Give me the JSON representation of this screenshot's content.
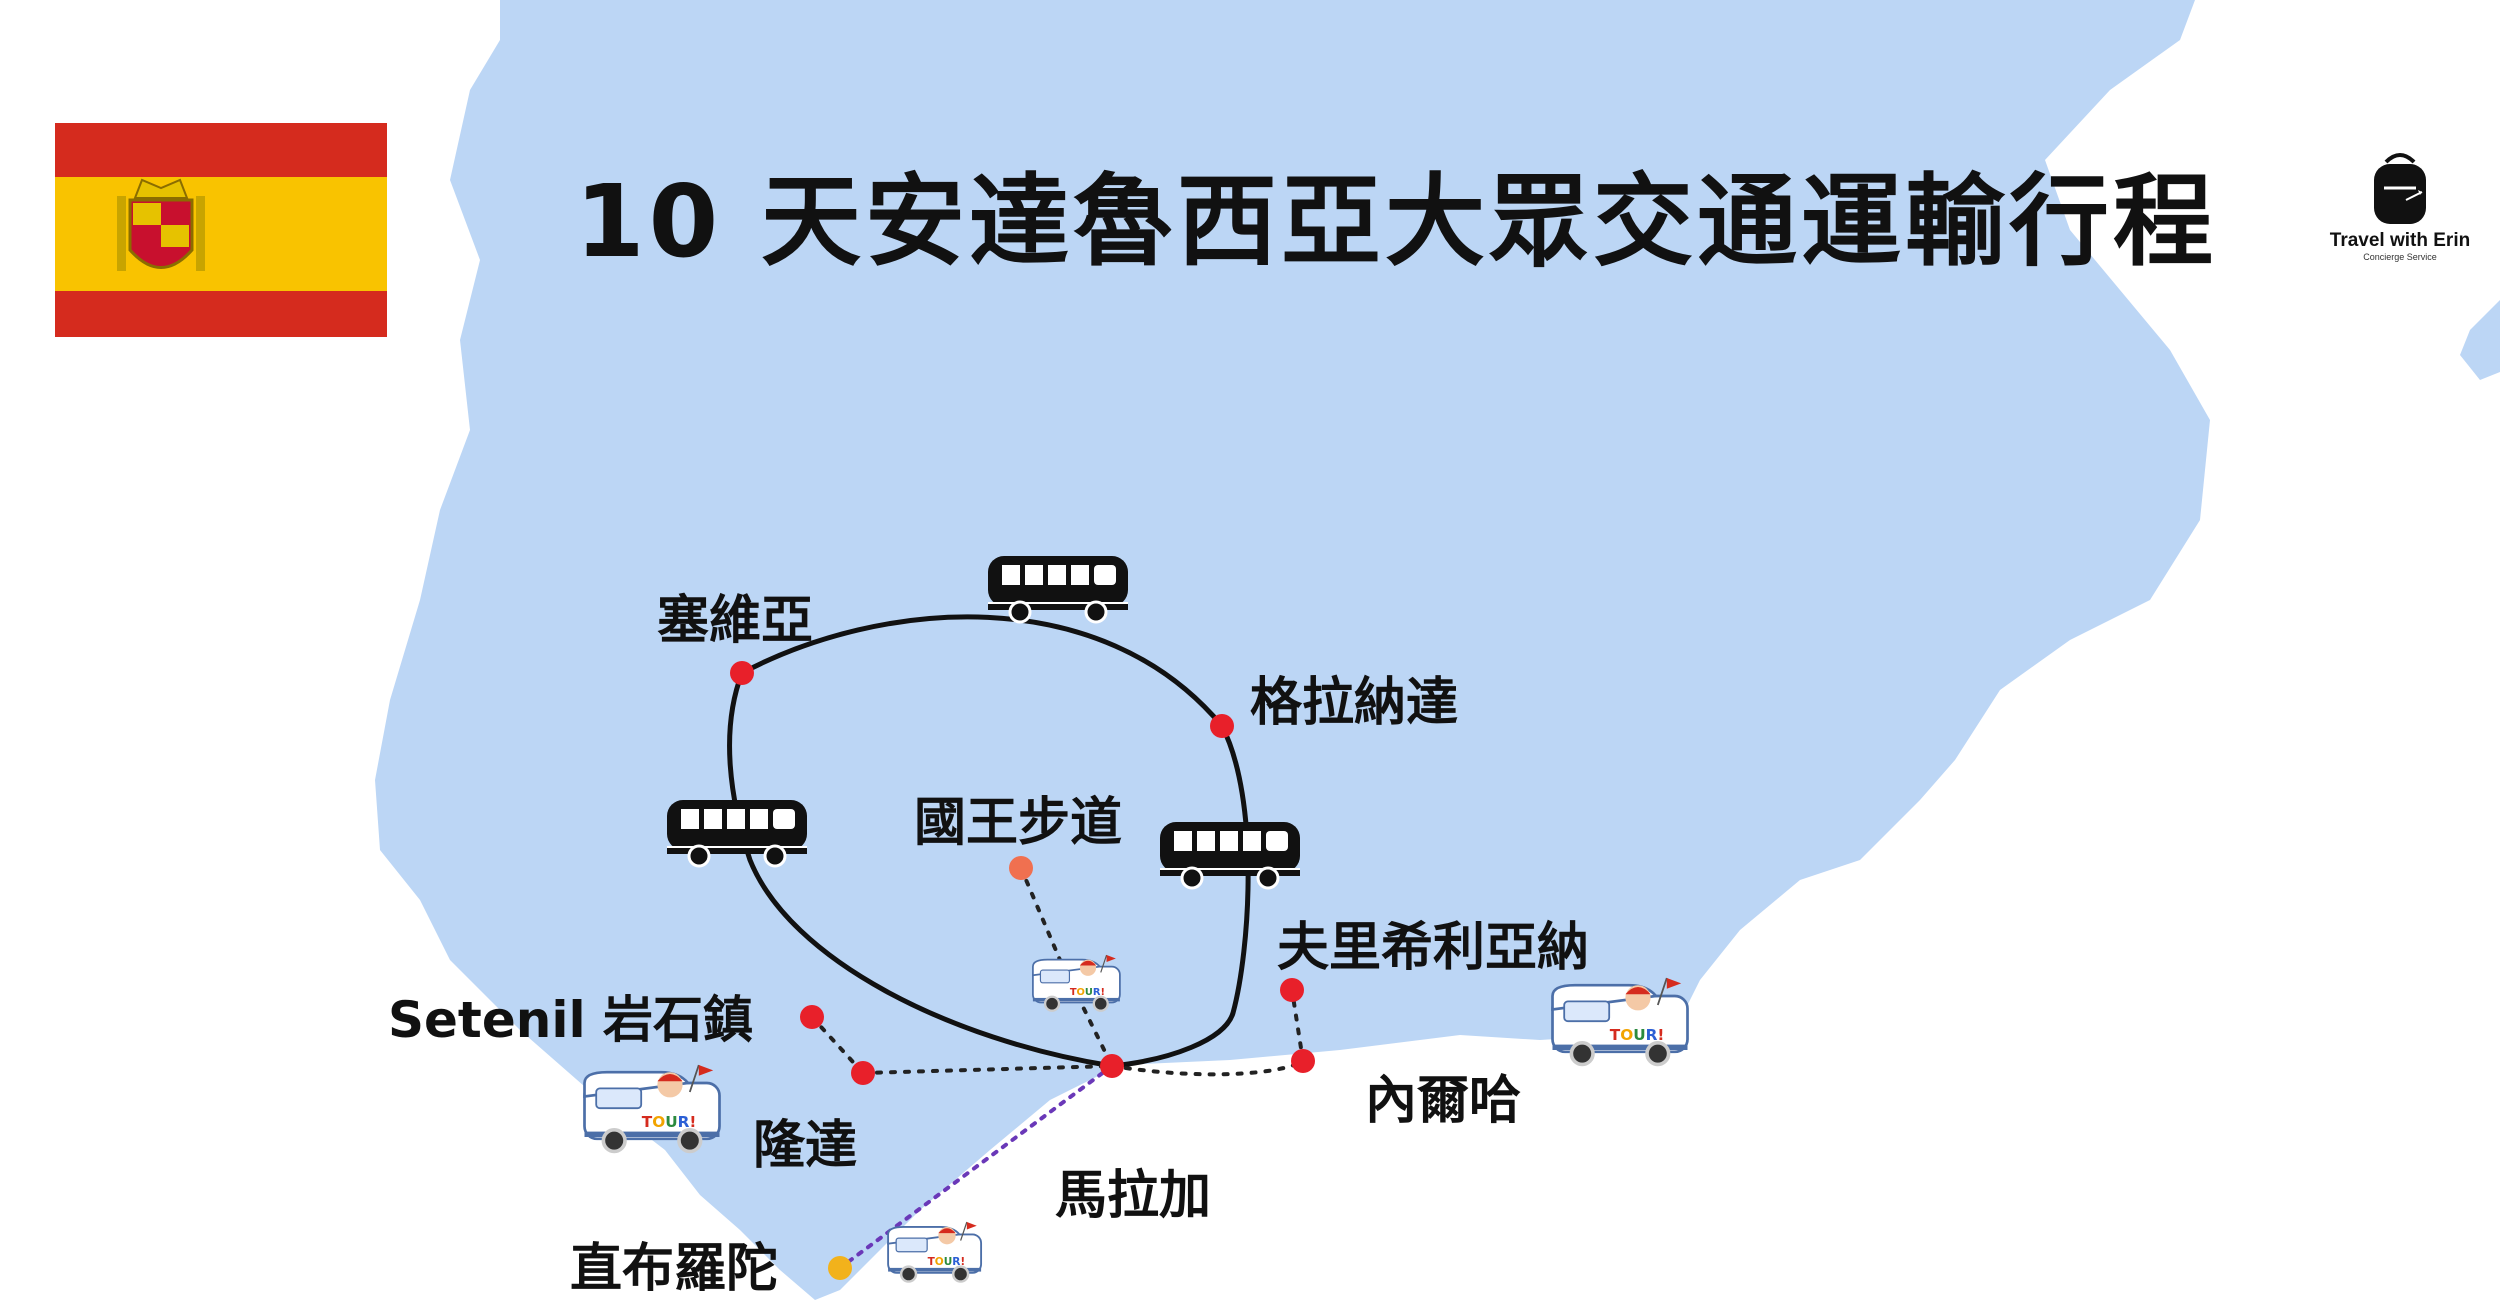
{
  "title": "10 天安達魯西亞大眾交通運輸行程",
  "logo": {
    "name": "Travel with Erin",
    "tagline": "Concierge Service",
    "icon": "backpack-icon"
  },
  "flag": {
    "country": "Spain",
    "red": "#d52b1e",
    "yellow": "#f9c300"
  },
  "colors": {
    "land": "#bcd6f5",
    "sea": "#ffffff",
    "route_line": "#111111",
    "city_dot": "#e8202a",
    "caminito_dot": "#f07050",
    "gibraltar_dot": "#f2b21b",
    "gibraltar_route": "#6a38b8"
  },
  "cities": {
    "sevilla": "塞維亞",
    "granada": "格拉納達",
    "caminito": "國王步道",
    "frigiliana": "夫里希利亞納",
    "setenil": "Setenil 岩石鎮",
    "ronda": "隆達",
    "nerja": "內爾哈",
    "malaga": "馬拉加",
    "gibraltar": "直布羅陀"
  },
  "icons": {
    "bus": "bus-icon",
    "tour_van": "tour-van-icon",
    "tour_badge": "TOUR!"
  }
}
